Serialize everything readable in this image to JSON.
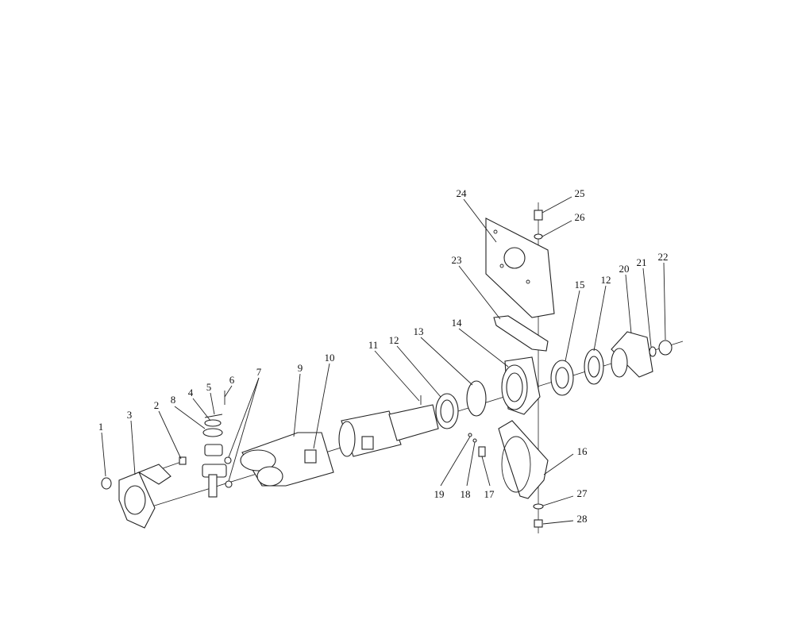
{
  "diagram": {
    "type": "exploded-parts-view",
    "callouts": [
      "1",
      "2",
      "3",
      "4",
      "5",
      "6",
      "7",
      "8",
      "9",
      "10",
      "11",
      "12",
      "13",
      "14",
      "15",
      "12",
      "16",
      "17",
      "18",
      "19",
      "20",
      "21",
      "22",
      "23",
      "24",
      "25",
      "26",
      "27",
      "28"
    ]
  }
}
